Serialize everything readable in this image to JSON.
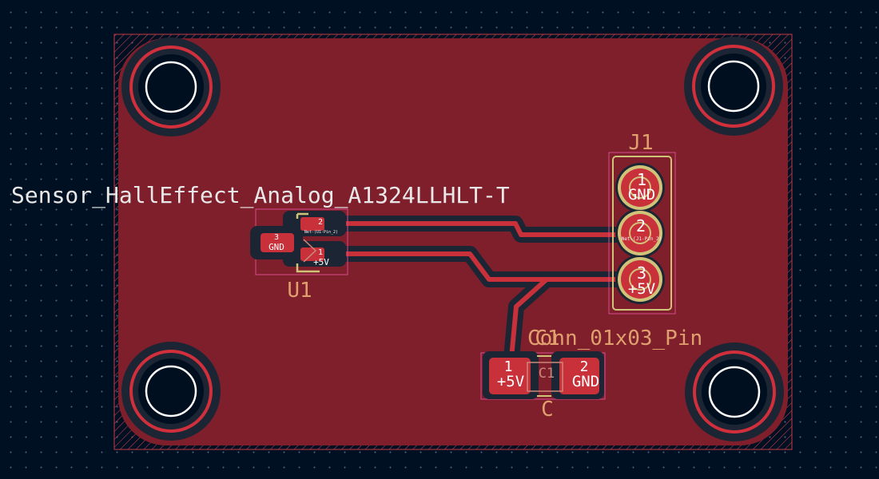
{
  "board": {
    "copper_color": "#7f1f2c",
    "track_color": "#c8303a",
    "background": "#001023",
    "edge_color": "#d1c27a"
  },
  "components": {
    "u1": {
      "value": "Sensor_HallEffect_Analog_A1324LLHLT-T",
      "reference": "U1",
      "pads": [
        {
          "num": "2",
          "net": "Net-(U1-Pin_2)"
        },
        {
          "num": "3",
          "net": "GND"
        },
        {
          "num": "1",
          "net": "+5V"
        }
      ]
    },
    "j1": {
      "reference": "J1",
      "value": "Conn_01x03_Pin",
      "pads": [
        {
          "num": "1",
          "net": "GND"
        },
        {
          "num": "2",
          "net": "Net-(J1-Pin_2)"
        },
        {
          "num": "3",
          "net": "+5V"
        }
      ]
    },
    "c1": {
      "reference": "C1",
      "value": "C",
      "fab_ref": "C1",
      "pads": [
        {
          "num": "1",
          "net": "+5V"
        },
        {
          "num": "2",
          "net": "GND"
        }
      ]
    }
  },
  "icons": {
    "mounting_hole": "mounting-hole-icon"
  }
}
